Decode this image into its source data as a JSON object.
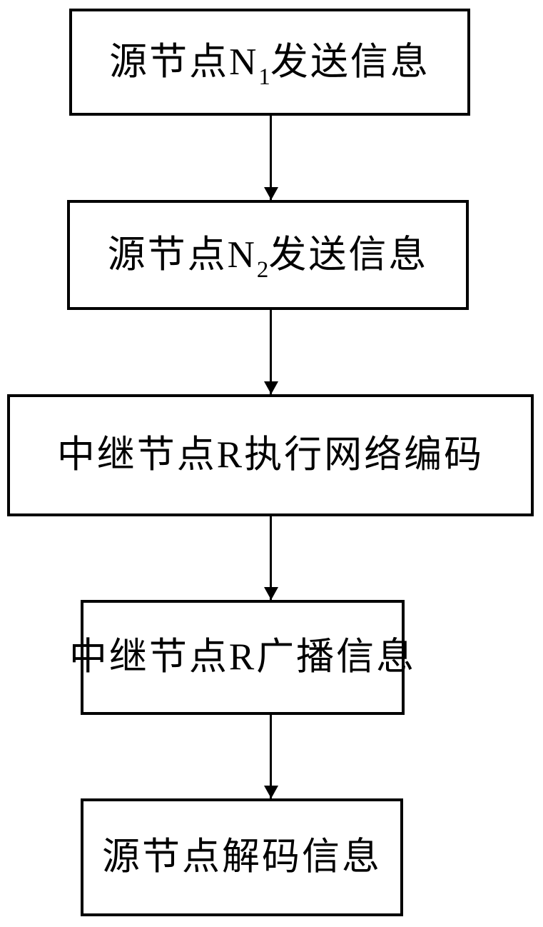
{
  "diagram": {
    "type": "flowchart",
    "direction": "top-down",
    "colors": {
      "background": "#ffffff",
      "box_border": "#000000",
      "box_fill": "#ffffff",
      "text": "#000000",
      "arrow": "#000000"
    },
    "steps": [
      {
        "id": "step-1",
        "text": "源节点N1发送信息",
        "text_pre": "源节点N",
        "subscript": "1",
        "text_post": "发送信息"
      },
      {
        "id": "step-2",
        "text": "源节点N2发送信息",
        "text_pre": "源节点N",
        "subscript": "2",
        "text_post": "发送信息"
      },
      {
        "id": "step-3",
        "text": "中继节点R执行网络编码",
        "text_pre": "中继节点R执行网络编码",
        "subscript": "",
        "text_post": ""
      },
      {
        "id": "step-4",
        "text": "中继节点R广播信息",
        "text_pre": "中继节点R广播信息",
        "subscript": "",
        "text_post": ""
      },
      {
        "id": "step-5",
        "text": "源节点解码信息",
        "text_pre": "源节点解码信息",
        "subscript": "",
        "text_post": ""
      }
    ],
    "connections": [
      {
        "from": "step-1",
        "to": "step-2"
      },
      {
        "from": "step-2",
        "to": "step-3"
      },
      {
        "from": "step-3",
        "to": "step-4"
      },
      {
        "from": "step-4",
        "to": "step-5"
      }
    ]
  }
}
